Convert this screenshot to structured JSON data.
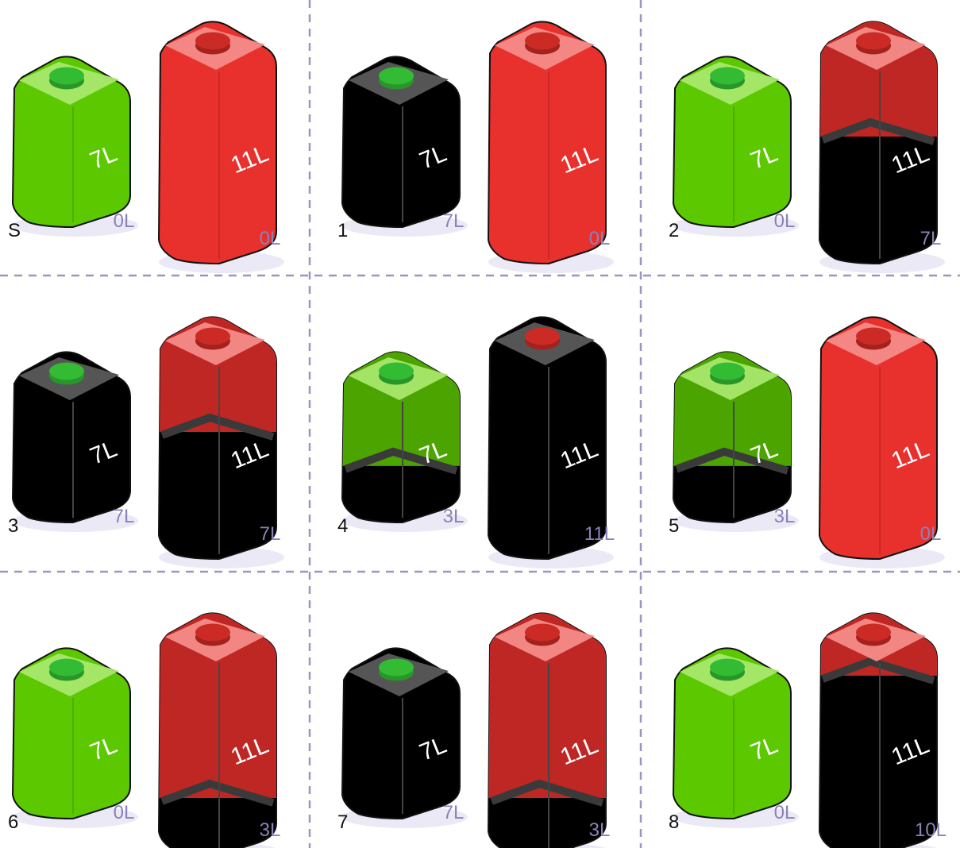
{
  "colors": {
    "small_body": "#5cc800",
    "small_top": "#a8e86c",
    "small_cap": "#33bb33",
    "large_body": "#e8302c",
    "large_top": "#f48b88",
    "large_cap": "#cc2a24",
    "empty_body": "#000000",
    "empty_top": "#555555",
    "water_edge": "#3a3a3a",
    "divider": "#9b95c0",
    "amount_text": "#8a82b8"
  },
  "puzzle": {
    "small_capacity_label": "7L",
    "large_capacity_label": "11L"
  },
  "panels": [
    {
      "step": "S",
      "small_amount": "0L",
      "small_fill": 0,
      "large_amount": "0L",
      "large_fill": 0
    },
    {
      "step": "1",
      "small_amount": "7L",
      "small_fill": 7,
      "large_amount": "0L",
      "large_fill": 0
    },
    {
      "step": "2",
      "small_amount": "0L",
      "small_fill": 0,
      "large_amount": "7L",
      "large_fill": 7
    },
    {
      "step": "3",
      "small_amount": "7L",
      "small_fill": 7,
      "large_amount": "7L",
      "large_fill": 7
    },
    {
      "step": "4",
      "small_amount": "3L",
      "small_fill": 3,
      "large_amount": "11L",
      "large_fill": 11
    },
    {
      "step": "5",
      "small_amount": "3L",
      "small_fill": 3,
      "large_amount": "0L",
      "large_fill": 0
    },
    {
      "step": "6",
      "small_amount": "0L",
      "small_fill": 0,
      "large_amount": "3L",
      "large_fill": 3
    },
    {
      "step": "7",
      "small_amount": "7L",
      "small_fill": 7,
      "large_amount": "3L",
      "large_fill": 3
    },
    {
      "step": "8",
      "small_amount": "0L",
      "small_fill": 0,
      "large_amount": "10L",
      "large_fill": 10
    }
  ]
}
